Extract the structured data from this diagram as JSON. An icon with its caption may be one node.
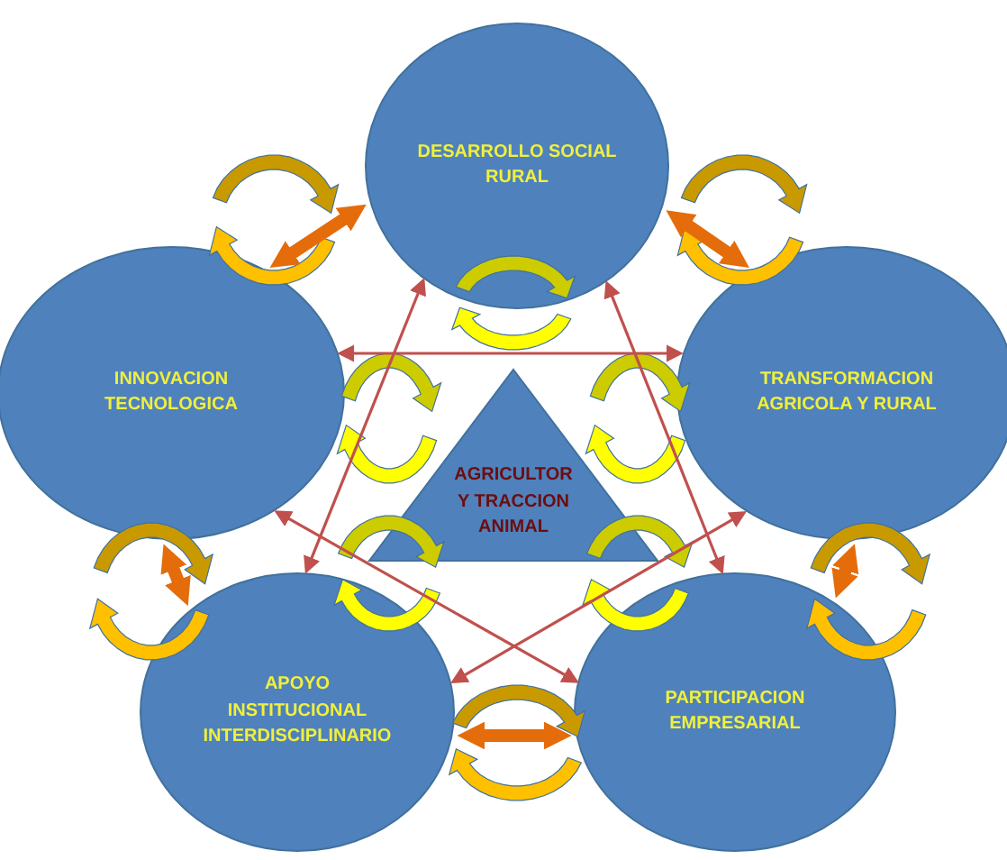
{
  "diagram": {
    "nodes": [
      {
        "text": [
          "DESARROLLO SOCIAL RURAL"
        ]
      },
      {
        "text": [
          "INNOVACION TECNOLOGICA"
        ]
      },
      {
        "text": [
          "TRANSFORMACION AGRICOLA Y RURAL"
        ]
      },
      {
        "text": [
          "AGRICULTOR Y TRACCION ANIMAL"
        ]
      },
      {
        "text": [
          "APOYO INSTITUCIONAL INTERDISCIPLINARIO"
        ]
      },
      {
        "text": [
          "PARTICIPACION EMPRESARIAL"
        ]
      }
    ],
    "edges": [
      {
        "from": 0,
        "to": 1,
        "arrow": "both",
        "style": "thick",
        "color": "#e46c0a"
      },
      {
        "from": 0,
        "to": 2,
        "arrow": "both",
        "style": "thick",
        "color": "#e46c0a"
      },
      {
        "from": 1,
        "to": 4,
        "arrow": "both",
        "style": "thick",
        "color": "#e46c0a"
      },
      {
        "from": 2,
        "to": 5,
        "arrow": "both",
        "style": "thick",
        "color": "#e46c0a"
      },
      {
        "from": 4,
        "to": 5,
        "arrow": "both",
        "style": "thick",
        "color": "#e46c0a"
      },
      {
        "from": 1,
        "to": 2,
        "arrow": "both",
        "color": "#c0504d"
      },
      {
        "from": 0,
        "to": 4,
        "arrow": "both",
        "color": "#c0504d"
      },
      {
        "from": 0,
        "to": 5,
        "arrow": "both",
        "color": "#c0504d"
      },
      {
        "from": 1,
        "to": 5,
        "arrow": "both",
        "color": "#c0504d"
      },
      {
        "from": 2,
        "to": 4,
        "arrow": "both",
        "color": "#c0504d"
      }
    ]
  }
}
